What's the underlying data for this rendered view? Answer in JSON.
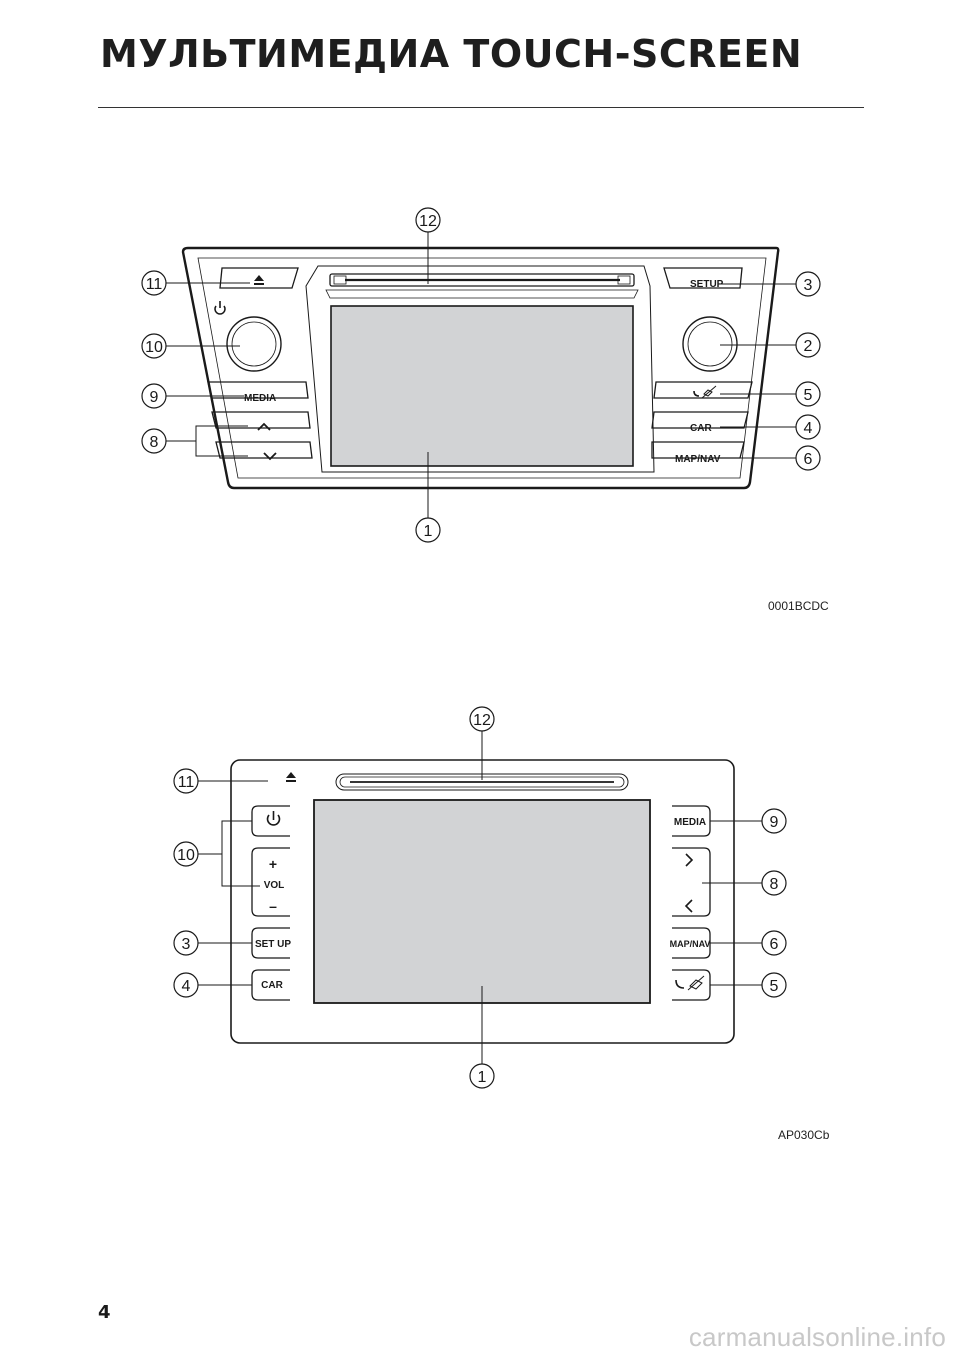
{
  "page": {
    "title": "МУЛЬТИМЕДИА TOUCH-SCREEN",
    "page_number": "4",
    "watermark": "carmanualsonline.info"
  },
  "figure1": {
    "code": "0001BCDC",
    "buttons": {
      "setup": "SETUP",
      "media": "MEDIA",
      "car": "CAR",
      "map_nav": "MAP/NAV"
    },
    "callouts": [
      "1",
      "2",
      "3",
      "4",
      "5",
      "6",
      "8",
      "9",
      "10",
      "11",
      "12"
    ]
  },
  "figure2": {
    "code": "AP030Cb",
    "buttons": {
      "setup": "SET UP",
      "car": "CAR",
      "media": "MEDIA",
      "map_nav": "MAP/NAV",
      "vol": "VOL",
      "plus": "+",
      "minus": "–"
    },
    "callouts": [
      "1",
      "3",
      "4",
      "5",
      "6",
      "8",
      "9",
      "10",
      "11",
      "12"
    ]
  }
}
